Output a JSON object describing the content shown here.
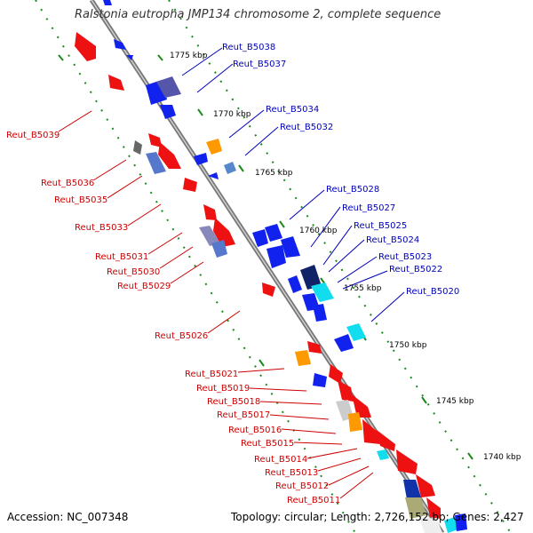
{
  "title": "Ralstonia eutropha JMP134 chromosome 2, complete sequence",
  "footer": {
    "accession": "Accession: NC_007348",
    "info": "Topology: circular; Length: 2,726,152 bp; Genes: 2,427"
  },
  "scale": {
    "ticks": [
      "1775 kbp",
      "1770 kbp",
      "1765 kbp",
      "1760 kbp",
      "1755 kbp",
      "1750 kbp",
      "1745 kbp",
      "1740 kbp"
    ]
  },
  "genes": {
    "reverse": [
      "Reut_B5039",
      "Reut_B5036",
      "Reut_B5035",
      "Reut_B5033",
      "Reut_B5031",
      "Reut_B5030",
      "Reut_B5029",
      "Reut_B5026",
      "Reut_B5021",
      "Reut_B5019",
      "Reut_B5018",
      "Reut_B5017",
      "Reut_B5016",
      "Reut_B5015",
      "Reut_B5014",
      "Reut_B5013",
      "Reut_B5012",
      "Reut_B5011"
    ],
    "forward": [
      "Reut_B5038",
      "Reut_B5037",
      "Reut_B5034",
      "Reut_B5032",
      "Reut_B5028",
      "Reut_B5027",
      "Reut_B5025",
      "Reut_B5024",
      "Reut_B5023",
      "Reut_B5022",
      "Reut_B5020"
    ]
  },
  "colors": {
    "reverse_label": "#cc0000",
    "forward_label": "#0000bb",
    "backbone": "#888888",
    "gc_dots": "#1a8a1a",
    "feature_red": "#ee1111",
    "feature_blue": "#1122ee",
    "feature_orange": "#ff9900",
    "feature_cyan": "#11ddee"
  }
}
